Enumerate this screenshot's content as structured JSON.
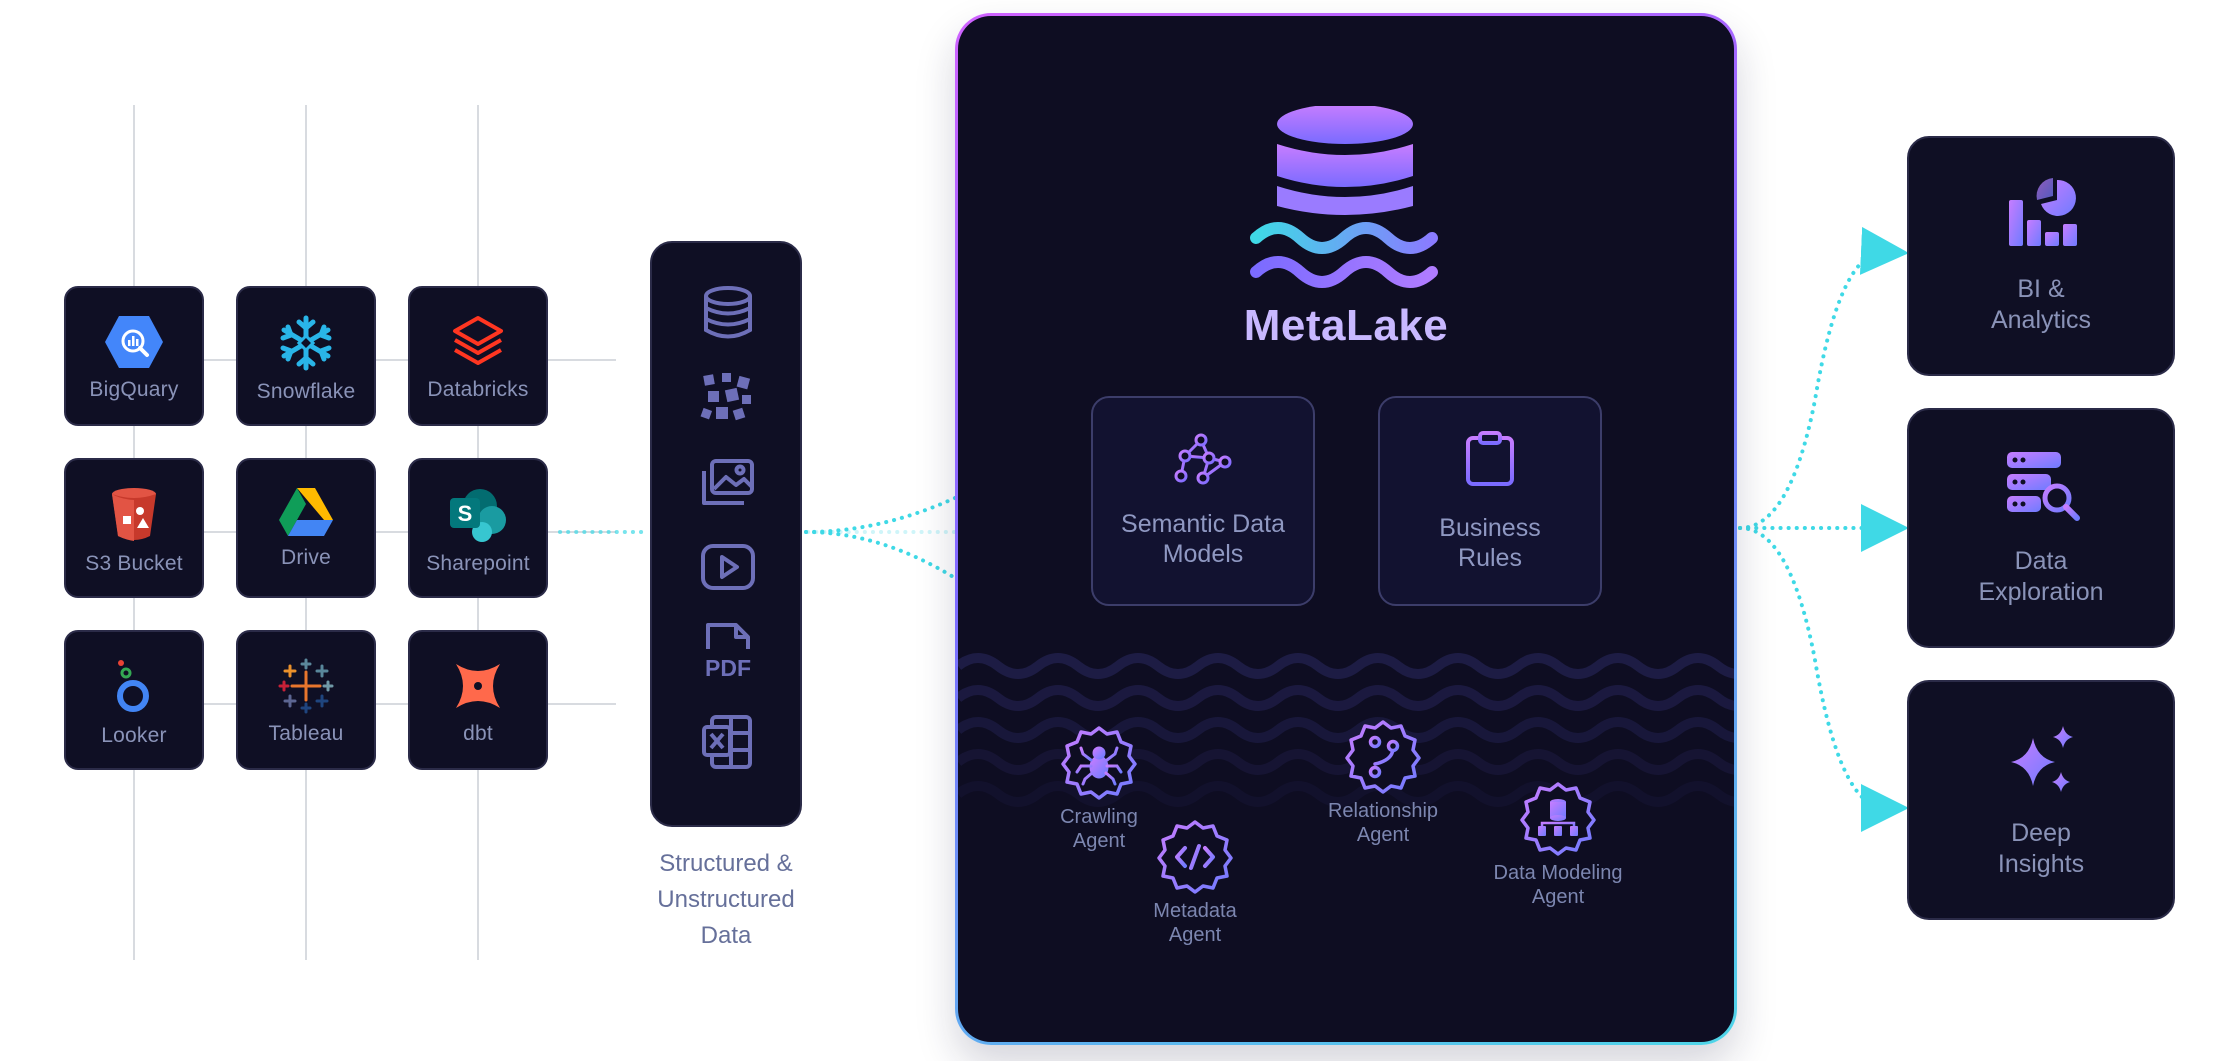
{
  "sources": [
    {
      "label": "BigQuary",
      "icon": "bigquery-icon"
    },
    {
      "label": "Snowflake",
      "icon": "snowflake-icon"
    },
    {
      "label": "Databricks",
      "icon": "databricks-icon"
    },
    {
      "label": "S3 Bucket",
      "icon": "s3-bucket-icon"
    },
    {
      "label": "Drive",
      "icon": "google-drive-icon"
    },
    {
      "label": "Sharepoint",
      "icon": "sharepoint-icon"
    },
    {
      "label": "Looker",
      "icon": "looker-icon"
    },
    {
      "label": "Tableau",
      "icon": "tableau-icon"
    },
    {
      "label": "dbt",
      "icon": "dbt-icon"
    }
  ],
  "file_types": {
    "icons": [
      "database-icon",
      "scattered-blocks-icon",
      "image-icon",
      "video-play-icon",
      "pdf-icon",
      "excel-icon"
    ],
    "pdf_text": "PDF",
    "caption": [
      "Structured &",
      "Unstructured",
      "Data"
    ]
  },
  "metalake": {
    "title": "MetaLake",
    "cards": [
      {
        "lines": [
          "Semantic Data",
          "Models"
        ],
        "icon": "network-graph-icon"
      },
      {
        "lines": [
          "Business",
          "Rules"
        ],
        "icon": "clipboard-list-icon"
      }
    ],
    "agents": [
      {
        "lines": [
          "Crawling",
          "Agent"
        ],
        "icon": "spider-badge-icon"
      },
      {
        "lines": [
          "Metadata",
          "Agent"
        ],
        "icon": "code-badge-icon"
      },
      {
        "lines": [
          "Relationship",
          "Agent"
        ],
        "icon": "branch-badge-icon"
      },
      {
        "lines": [
          "Data Modeling",
          "Agent"
        ],
        "icon": "database-badge-icon"
      }
    ]
  },
  "outputs": [
    {
      "lines": [
        "BI &",
        "Analytics"
      ],
      "icon": "bar-pie-chart-icon"
    },
    {
      "lines": [
        "Data",
        "Exploration"
      ],
      "icon": "server-search-icon"
    },
    {
      "lines": [
        "Deep",
        "Insights"
      ],
      "icon": "sparkles-icon"
    }
  ],
  "colors": {
    "tile_bg": "#0f0f24",
    "panel_gradient": [
      "#d063ff",
      "#7d6bff",
      "#4fd6e8"
    ],
    "connector": "#3fd9e6",
    "accent_purple": "#a97bff"
  }
}
